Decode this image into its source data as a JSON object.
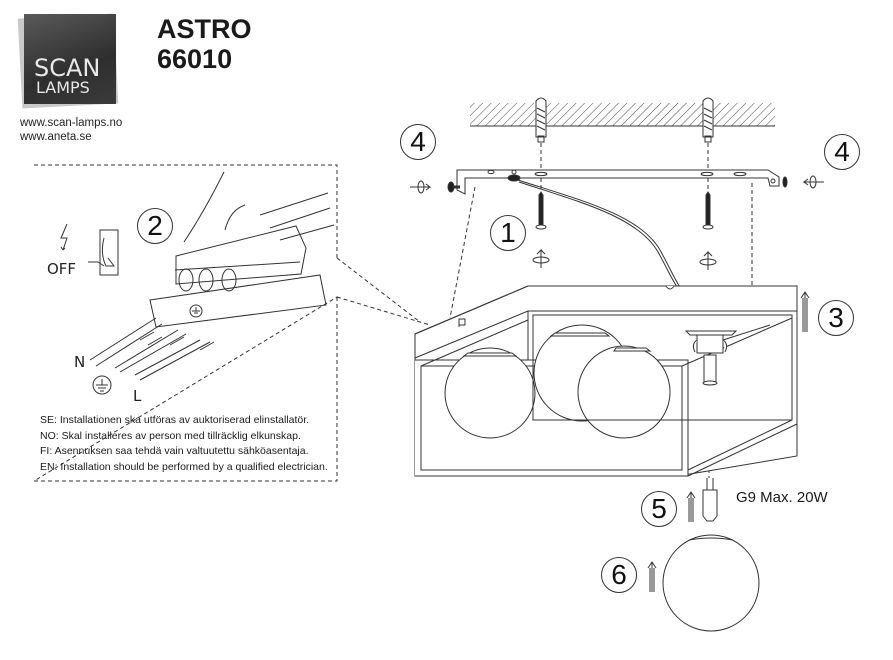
{
  "brand": {
    "logo_line1": "SCAN",
    "logo_line2": "LAMPS",
    "urls": [
      "www.scan-lamps.no",
      "www.aneta.se"
    ]
  },
  "product": {
    "name": "ASTRO",
    "code": "66010"
  },
  "wiring_panel": {
    "switch_label": "OFF",
    "wire_labels": {
      "neutral": "N",
      "live": "L"
    },
    "icons": [
      "lightning-icon",
      "switch-icon",
      "earth-ground-icon",
      "terminal-block-icon"
    ],
    "notes": [
      "SE: Installationen ska utföras av auktoriserad elinstallatör.",
      "NO: Skal installeres av person med tillräcklig elkunskap.",
      "FI:  Asennuksen saa tehdä vain valtuutettu sähköasentaja.",
      "EN: Installation should be performed by a qualified electrician."
    ]
  },
  "steps": [
    "1",
    "2",
    "3",
    "4",
    "4",
    "5",
    "6"
  ],
  "bulb_spec": "G9 Max. 20W",
  "colors": {
    "line": "#333333",
    "logo_bg": "#3a3a3a",
    "text": "#1a1a1a"
  }
}
